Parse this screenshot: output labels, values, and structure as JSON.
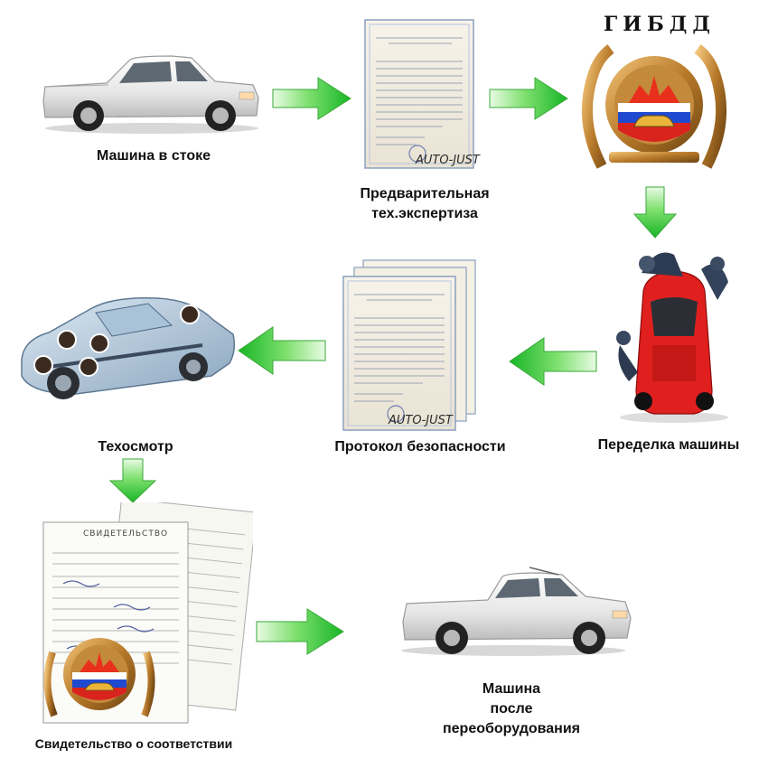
{
  "steps": {
    "car_in_stock": "Машина в стоке",
    "pre_expertise": "Предварительная\nтех.экспертиза",
    "pre_expertise_line1": "Предварительная",
    "pre_expertise_line2": "тех.экспертиза",
    "gibdd": "ГИБДД",
    "rework": "Переделка машины",
    "safety_protocol": "Протокол безопасности",
    "tech_inspection": "Техосмотр",
    "certificate": "Свидетельство о соответствии",
    "car_after_line1": "Машина",
    "car_after_line2": "после",
    "car_after_line3": "переоборудования"
  },
  "watermark": "AUTO-JUST",
  "certificate_doc_title": "СВИДЕТЕЛЬСТВО",
  "colors": {
    "arrow_green": "#2fc53a",
    "arrow_light": "#d8f7d0",
    "emblem_gold": "#b87a2a",
    "car_red": "#e0201e",
    "car_white": "#f2f2f2"
  },
  "icons": [
    "pickup-truck-icon",
    "document-icon",
    "gibdd-emblem-icon",
    "repair-car-icon",
    "xray-car-icon",
    "certificate-icon",
    "arrow-icon"
  ]
}
